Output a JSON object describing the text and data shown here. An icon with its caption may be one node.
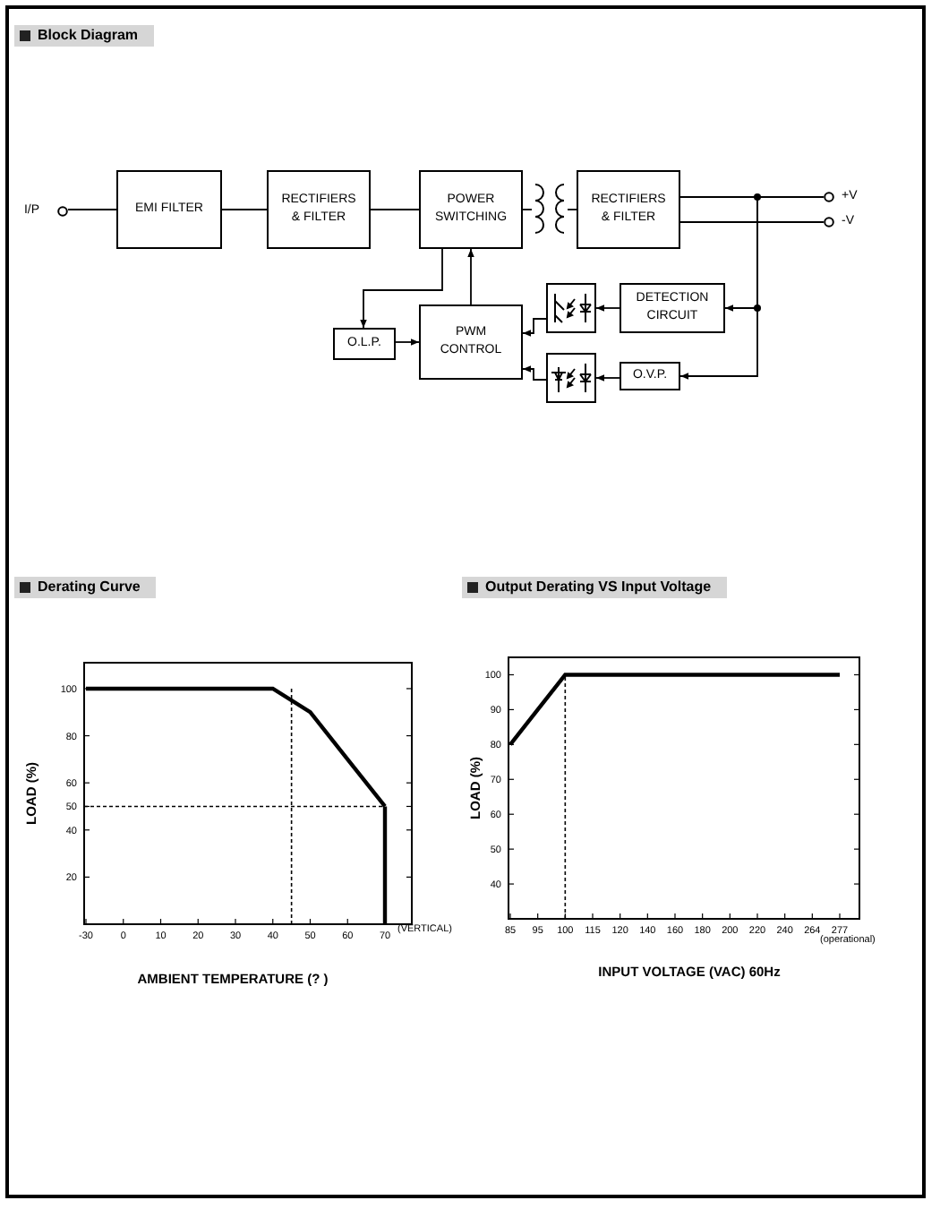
{
  "diagram": {
    "title": "Block Diagram",
    "nodes": [
      {
        "text": [],
        "shape": "circle",
        "beside": [
          "I/P"
        ]
      },
      {
        "text": [
          "EMI FILTER"
        ]
      },
      {
        "text": [
          "RECTIFIERS & FILTER"
        ]
      },
      {
        "text": [
          "POWER SWITCHING"
        ]
      },
      {
        "text": [],
        "shape": "transformer"
      },
      {
        "text": [
          "RECTIFIERS & FILTER"
        ]
      },
      {
        "text": [],
        "shape": "circle",
        "beside": [
          "+V"
        ]
      },
      {
        "text": [],
        "shape": "circle",
        "beside": [
          "-V"
        ]
      },
      {
        "text": [
          "O.L.P."
        ]
      },
      {
        "text": [
          "PWM CONTROL"
        ]
      },
      {
        "text": [],
        "shape": "box"
      },
      {
        "text": [
          "DETECTION CIRCUIT"
        ]
      },
      {
        "text": [],
        "shape": "box"
      },
      {
        "text": [
          "O.V.P."
        ]
      }
    ],
    "edges": [
      {
        "from": 0,
        "to": 1,
        "arrow": "none"
      },
      {
        "from": 1,
        "to": 2,
        "arrow": "none"
      },
      {
        "from": 2,
        "to": 3,
        "arrow": "none"
      },
      {
        "from": 3,
        "to": 4,
        "arrow": "none"
      },
      {
        "from": 4,
        "to": 5,
        "arrow": "none"
      },
      {
        "from": 5,
        "to": 6,
        "arrow": "none"
      },
      {
        "from": 5,
        "to": 7,
        "arrow": "none"
      },
      {
        "from": 3,
        "to": 8,
        "arrow": "to"
      },
      {
        "from": 8,
        "to": 9,
        "arrow": "to"
      },
      {
        "from": 9,
        "to": 3,
        "arrow": "to"
      },
      {
        "from": 5,
        "to": 11,
        "arrow": "to"
      },
      {
        "from": 11,
        "to": 10,
        "arrow": "to"
      },
      {
        "from": 10,
        "to": 9,
        "arrow": "to"
      },
      {
        "from": 5,
        "to": 13,
        "arrow": "to"
      },
      {
        "from": 13,
        "to": 12,
        "arrow": "to"
      },
      {
        "from": 12,
        "to": 9,
        "arrow": "to"
      }
    ],
    "labels": [
      "(VERTICAL)",
      "(operational)"
    ],
    "chart_data": [
      {
        "type": "line",
        "title": "Derating Curve",
        "xlabel": "AMBIENT TEMPERATURE (? )",
        "ylabel": "LOAD (%)",
        "categories": [
          "-30",
          "0",
          "10",
          "20",
          "30",
          "40",
          "50",
          "60",
          "70"
        ],
        "series": [
          {
            "color": "#000000",
            "values": [
              100,
              100,
              100,
              100,
              100,
              100,
              90,
              70,
              50
            ]
          }
        ],
        "yticks": [
          20,
          40,
          50,
          60,
          80,
          100
        ],
        "ylim": [
          0,
          111
        ]
      },
      {
        "type": "line",
        "title": "Output Derating VS Input Voltage",
        "xlabel": "INPUT VOLTAGE (VAC) 60Hz",
        "ylabel": "LOAD (%)",
        "categories": [
          "85",
          "95",
          "100",
          "115",
          "120",
          "140",
          "160",
          "180",
          "200",
          "220",
          "240",
          "264",
          "277"
        ],
        "series": [
          {
            "color": "#000000",
            "values": [
              80,
              90,
              100,
              100,
              100,
              100,
              100,
              100,
              100,
              100,
              100,
              100,
              100
            ]
          }
        ],
        "yticks": [
          40,
          50,
          60,
          70,
          80,
          90,
          100
        ],
        "ylim": [
          30,
          105
        ]
      }
    ]
  }
}
